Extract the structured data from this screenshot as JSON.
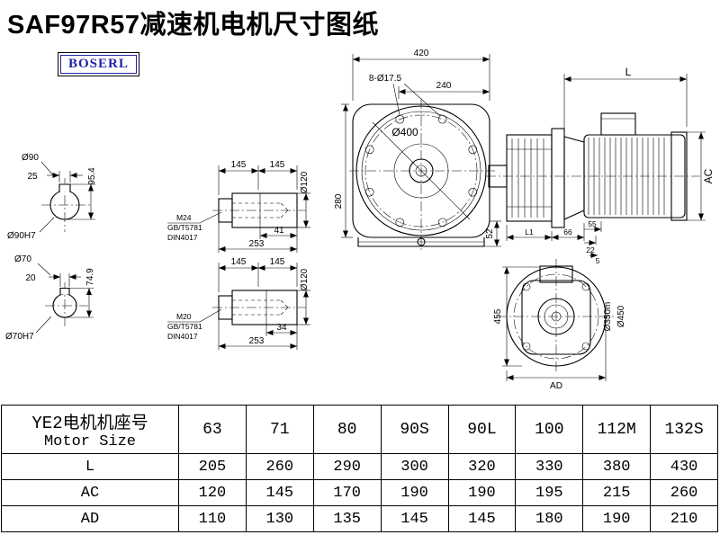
{
  "title": "SAF97R57减速机电机尺寸图纸",
  "logo": "BOSERL",
  "views": {
    "front": {
      "w": "420",
      "bolts": "8-Ø17.5",
      "w2": "240",
      "dia": "Ø400",
      "h": "280",
      "base": "52"
    },
    "side": {
      "l": "L",
      "ac": "AC",
      "l1": "L1",
      "a": "66",
      "b": "55",
      "c": "22",
      "d": "5"
    },
    "flange": {
      "h": "455",
      "d1": "Ø350m",
      "d2": "Ø450",
      "ad": "AD"
    },
    "bore90": {
      "dia": "Ø90",
      "key_w": "25",
      "key_h": "95.4",
      "fit": "Ø90H7"
    },
    "bore70": {
      "dia": "Ø70",
      "key_w": "20",
      "key_h": "74.9",
      "fit": "Ø70H7"
    },
    "shaft1": {
      "l1": "145",
      "l2": "145",
      "dia": "Ø120",
      "thread": "M24",
      "std1": "GB/T5781",
      "std2": "DIN4017",
      "t": "41",
      "total": "253"
    },
    "shaft2": {
      "l1": "145",
      "l2": "145",
      "dia": "Ø120",
      "thread": "M20",
      "std1": "GB/T5781",
      "std2": "DIN4017",
      "t": "34",
      "total": "253"
    }
  },
  "table": {
    "header_cn": "YE2电机机座号",
    "header_en": "Motor Size",
    "sizes": [
      "63",
      "71",
      "80",
      "90S",
      "90L",
      "100",
      "112M",
      "132S"
    ],
    "rows": [
      {
        "label": "L",
        "values": [
          "205",
          "260",
          "290",
          "300",
          "320",
          "330",
          "380",
          "430"
        ]
      },
      {
        "label": "AC",
        "values": [
          "120",
          "145",
          "170",
          "190",
          "190",
          "195",
          "215",
          "260"
        ]
      },
      {
        "label": "AD",
        "values": [
          "110",
          "130",
          "135",
          "145",
          "145",
          "180",
          "190",
          "210"
        ]
      }
    ]
  }
}
